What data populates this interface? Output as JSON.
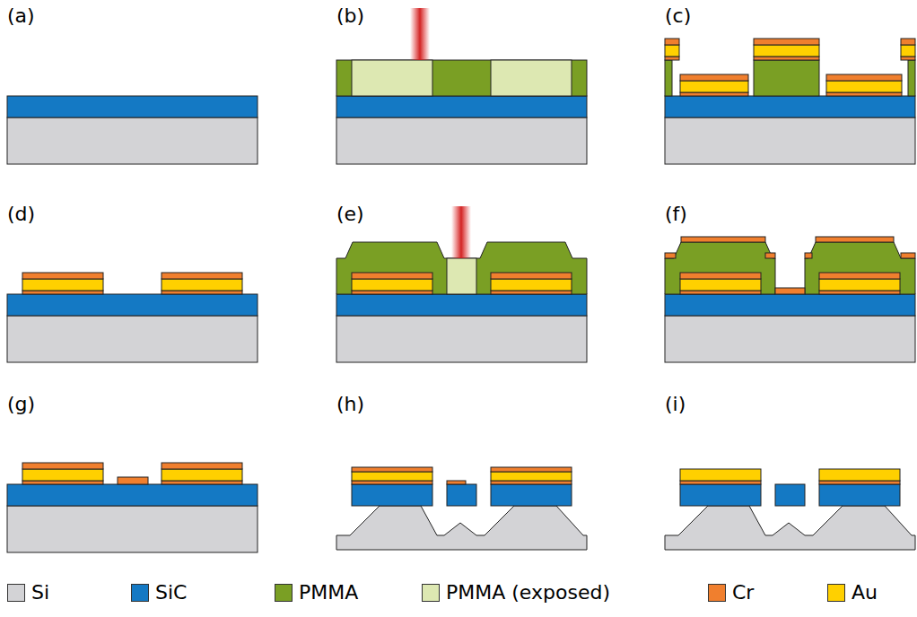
{
  "diagram": {
    "labels": [
      "(a)",
      "(b)",
      "(c)",
      "(d)",
      "(e)",
      "(f)",
      "(g)",
      "(h)",
      "(i)"
    ],
    "legend": [
      {
        "text": "Si",
        "color": "#d3d3d6"
      },
      {
        "text": "SiC",
        "color": "#1479c4"
      },
      {
        "text": "PMMA",
        "color": "#7a9f24"
      },
      {
        "text": "PMMA (exposed)",
        "color": "#dde8b2"
      },
      {
        "text": "Cr",
        "color": "#f07f2e"
      },
      {
        "text": "Au",
        "color": "#ffd000"
      }
    ]
  }
}
